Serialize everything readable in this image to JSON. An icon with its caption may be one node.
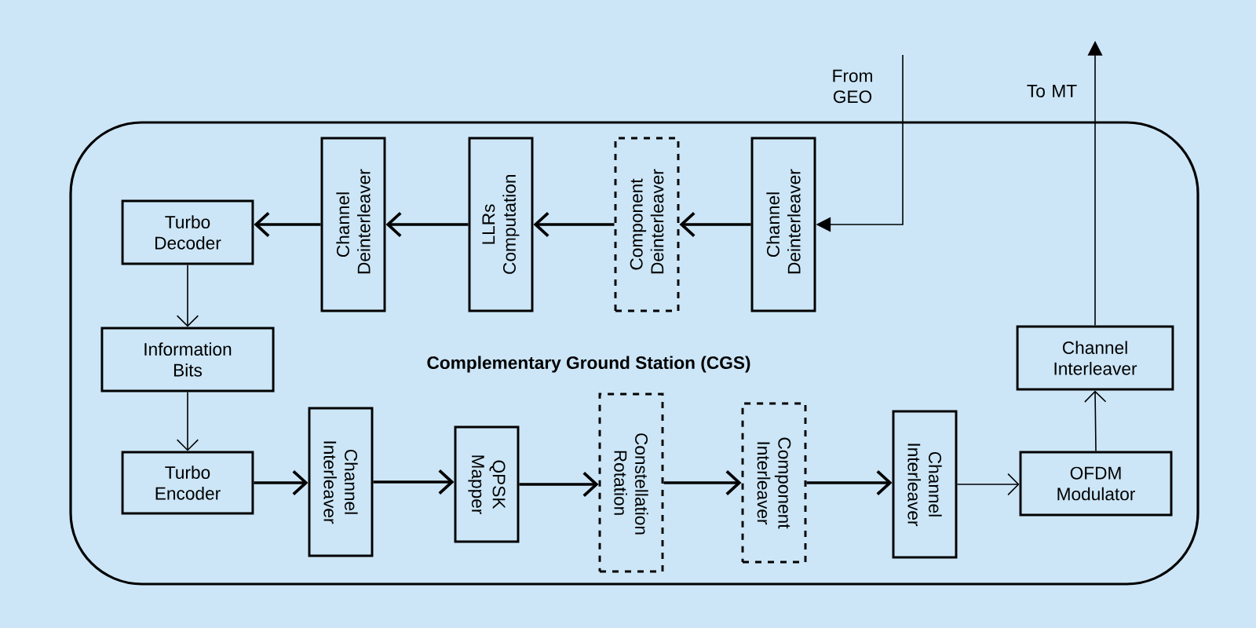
{
  "diagram": {
    "nodes": [
      {
        "text": [
          "Complementary Ground Station (CGS)"
        ]
      },
      {
        "text": [
          "Channel Deinterleaver"
        ],
        "in": 0
      },
      {
        "text": [
          "Component Deinterleaver"
        ],
        "in": 0
      },
      {
        "text": [
          "LLRs Computation"
        ],
        "in": 0
      },
      {
        "text": [
          "Channel Deinterleaver"
        ],
        "in": 0
      },
      {
        "text": [
          "Turbo Decoder"
        ],
        "in": 0
      },
      {
        "text": [
          "Information Bits"
        ],
        "in": 0
      },
      {
        "text": [
          "Turbo Encoder"
        ],
        "in": 0
      },
      {
        "text": [
          "Channel Interleaver"
        ],
        "in": 0
      },
      {
        "text": [
          "QPSK Mapper"
        ],
        "in": 0
      },
      {
        "text": [
          "Constellation Rotation"
        ],
        "in": 0
      },
      {
        "text": [
          "Component Interleaver"
        ],
        "in": 0
      },
      {
        "text": [
          "Channel Interleaver"
        ],
        "in": 0
      },
      {
        "text": [
          "OFDM Modulator"
        ],
        "in": 0
      },
      {
        "text": [
          "Channel Interleaver"
        ],
        "in": 0
      }
    ],
    "edges": [
      {
        "from": null,
        "to": 1,
        "arrow": "to"
      },
      {
        "from": 1,
        "to": 2,
        "arrow": "to"
      },
      {
        "from": 2,
        "to": 3,
        "arrow": "to"
      },
      {
        "from": 3,
        "to": 4,
        "arrow": "to"
      },
      {
        "from": 4,
        "to": 5,
        "arrow": "to"
      },
      {
        "from": 5,
        "to": 6,
        "arrow": "to"
      },
      {
        "from": 6,
        "to": 7,
        "arrow": "to"
      },
      {
        "from": 7,
        "to": 8,
        "arrow": "to"
      },
      {
        "from": 8,
        "to": 9,
        "arrow": "to"
      },
      {
        "from": 9,
        "to": 10,
        "arrow": "to"
      },
      {
        "from": 10,
        "to": 11,
        "arrow": "to"
      },
      {
        "from": 11,
        "to": 12,
        "arrow": "to"
      },
      {
        "from": 12,
        "to": 13,
        "arrow": "to"
      },
      {
        "from": 13,
        "to": 14,
        "arrow": "to"
      },
      {
        "from": 14,
        "to": null,
        "arrow": "to"
      }
    ],
    "labels": [
      "From GEO",
      "To MT"
    ]
  }
}
